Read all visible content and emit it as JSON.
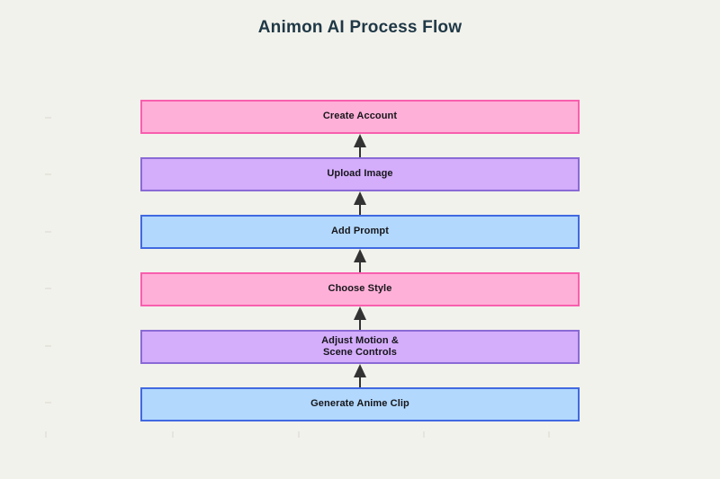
{
  "page": {
    "title": "Animon AI Process Flow",
    "background_color": "#f2f2ec",
    "title_color": "#1f3846"
  },
  "chart_data": {
    "type": "diagram",
    "diagram_type": "flowchart",
    "title": "Animon AI Process Flow",
    "direction": "bottom-to-top",
    "arrow_color": "#333333",
    "nodes": [
      {
        "id": "create-account",
        "label": "Create Account",
        "fill": "#ffb0d8",
        "border": "#f85fae",
        "order": 1
      },
      {
        "id": "upload-image",
        "label": "Upload Image",
        "fill": "#d4adfb",
        "border": "#8a6ad6",
        "order": 2
      },
      {
        "id": "add-prompt",
        "label": "Add Prompt",
        "fill": "#b2d8fd",
        "border": "#4169e1",
        "order": 3
      },
      {
        "id": "choose-style",
        "label": "Choose Style",
        "fill": "#ffb0d8",
        "border": "#f85fae",
        "order": 4
      },
      {
        "id": "adjust-motion",
        "label": "Adjust Motion &\nScene Controls",
        "fill": "#d4adfb",
        "border": "#8a6ad6",
        "order": 5
      },
      {
        "id": "generate-clip",
        "label": "Generate Anime Clip",
        "fill": "#b2d8fd",
        "border": "#4169e1",
        "order": 6
      }
    ],
    "edges": [
      {
        "from": "upload-image",
        "to": "create-account"
      },
      {
        "from": "add-prompt",
        "to": "upload-image"
      },
      {
        "from": "choose-style",
        "to": "add-prompt"
      },
      {
        "from": "adjust-motion",
        "to": "choose-style"
      },
      {
        "from": "generate-clip",
        "to": "adjust-motion"
      }
    ]
  }
}
